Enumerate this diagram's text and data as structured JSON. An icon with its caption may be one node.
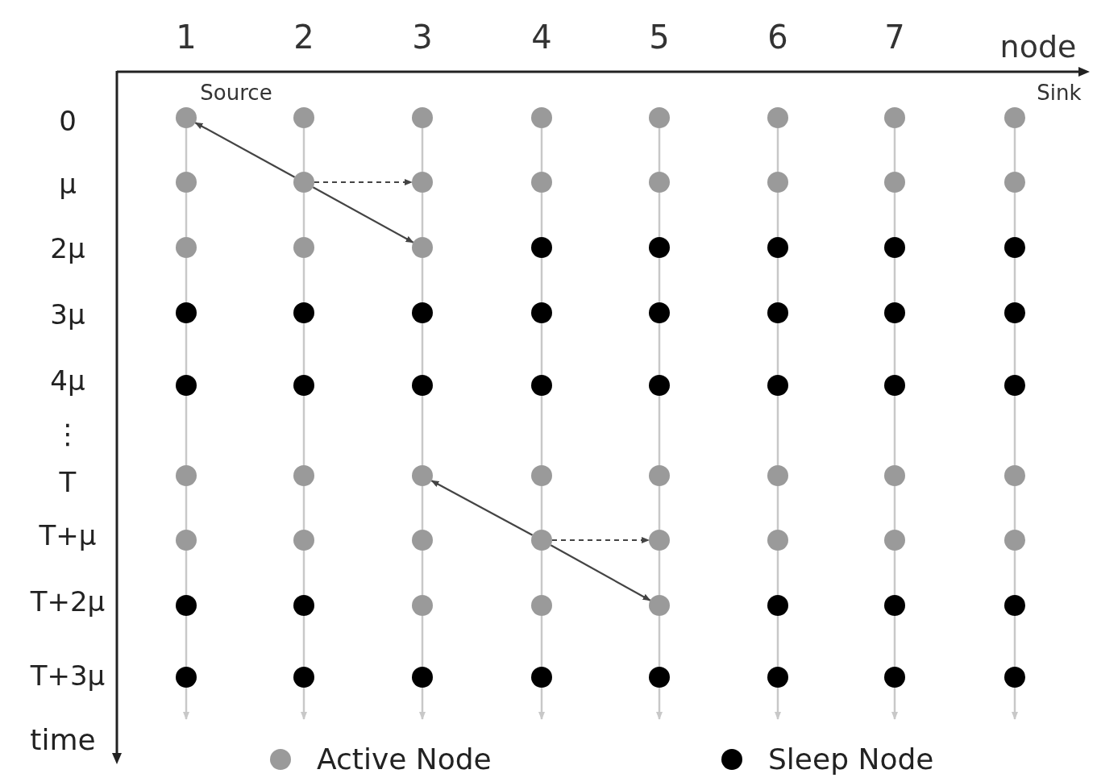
{
  "diagram": {
    "nodes": [
      {
        "text": [],
        "shape": "circle",
        "beside": [
          "Source"
        ]
      },
      {
        "text": [],
        "shape": "circle"
      },
      {
        "text": [],
        "shape": "circle"
      },
      {
        "text": [],
        "shape": "circle"
      },
      {
        "text": [],
        "shape": "circle"
      },
      {
        "text": [],
        "shape": "circle"
      },
      {
        "text": [],
        "shape": "circle"
      },
      {
        "text": [],
        "shape": "circle",
        "beside": [
          "Sink"
        ]
      },
      {
        "text": [],
        "shape": "circle"
      },
      {
        "text": [],
        "shape": "circle"
      },
      {
        "text": [],
        "shape": "circle"
      },
      {
        "text": [],
        "shape": "circle"
      },
      {
        "text": [],
        "shape": "circle"
      },
      {
        "text": [],
        "shape": "circle"
      },
      {
        "text": [],
        "shape": "circle"
      },
      {
        "text": [],
        "shape": "circle"
      },
      {
        "text": [],
        "shape": "circle"
      },
      {
        "text": [],
        "shape": "circle"
      },
      {
        "text": [],
        "shape": "circle"
      },
      {
        "text": [],
        "shape": "dot"
      },
      {
        "text": [],
        "shape": "dot"
      },
      {
        "text": [],
        "shape": "dot"
      },
      {
        "text": [],
        "shape": "dot"
      },
      {
        "text": [],
        "shape": "dot"
      },
      {
        "text": [],
        "shape": "dot"
      },
      {
        "text": [],
        "shape": "dot"
      },
      {
        "text": [],
        "shape": "dot"
      },
      {
        "text": [],
        "shape": "dot"
      },
      {
        "text": [],
        "shape": "dot"
      },
      {
        "text": [],
        "shape": "dot"
      },
      {
        "text": [],
        "shape": "dot"
      },
      {
        "text": [],
        "shape": "dot"
      },
      {
        "text": [],
        "shape": "dot"
      },
      {
        "text": [],
        "shape": "dot"
      },
      {
        "text": [],
        "shape": "dot"
      },
      {
        "text": [],
        "shape": "dot"
      },
      {
        "text": [],
        "shape": "dot"
      },
      {
        "text": [],
        "shape": "dot"
      },
      {
        "text": [],
        "shape": "dot"
      },
      {
        "text": [],
        "shape": "dot"
      },
      {
        "text": [],
        "shape": "circle"
      },
      {
        "text": [],
        "shape": "circle"
      },
      {
        "text": [],
        "shape": "circle"
      },
      {
        "text": [],
        "shape": "circle"
      },
      {
        "text": [],
        "shape": "circle"
      },
      {
        "text": [],
        "shape": "circle"
      },
      {
        "text": [],
        "shape": "circle"
      },
      {
        "text": [],
        "shape": "circle"
      },
      {
        "text": [],
        "shape": "circle"
      },
      {
        "text": [],
        "shape": "circle"
      },
      {
        "text": [],
        "shape": "circle"
      },
      {
        "text": [],
        "shape": "circle"
      },
      {
        "text": [],
        "shape": "circle"
      },
      {
        "text": [],
        "shape": "circle"
      },
      {
        "text": [],
        "shape": "circle"
      },
      {
        "text": [],
        "shape": "circle"
      },
      {
        "text": [],
        "shape": "dot"
      },
      {
        "text": [],
        "shape": "dot"
      },
      {
        "text": [],
        "shape": "circle"
      },
      {
        "text": [],
        "shape": "circle"
      },
      {
        "text": [],
        "shape": "circle"
      },
      {
        "text": [],
        "shape": "dot"
      },
      {
        "text": [],
        "shape": "dot"
      },
      {
        "text": [],
        "shape": "dot"
      },
      {
        "text": [],
        "shape": "dot"
      },
      {
        "text": [],
        "shape": "dot"
      },
      {
        "text": [],
        "shape": "dot"
      },
      {
        "text": [],
        "shape": "dot"
      },
      {
        "text": [],
        "shape": "dot"
      },
      {
        "text": [],
        "shape": "dot"
      },
      {
        "text": [],
        "shape": "dot"
      },
      {
        "text": [],
        "shape": "dot"
      }
    ],
    "edges": [
      {
        "from": 9,
        "to": 0,
        "arrow": "to",
        "color": "#444444"
      },
      {
        "from": 9,
        "to": 18,
        "arrow": "to",
        "color": "#444444"
      },
      {
        "from": 9,
        "to": 10,
        "arrow": "to",
        "style": "dashed",
        "color": "#444444"
      },
      {
        "from": 51,
        "to": 42,
        "arrow": "to",
        "color": "#444444"
      },
      {
        "from": 51,
        "to": 60,
        "arrow": "to",
        "color": "#444444"
      },
      {
        "from": 51,
        "to": 52,
        "arrow": "to",
        "style": "dashed",
        "color": "#444444"
      },
      {
        "from": 0,
        "to": 8,
        "arrow": "none"
      },
      {
        "from": 8,
        "to": 16,
        "arrow": "none"
      },
      {
        "from": 16,
        "to": 24,
        "arrow": "none"
      },
      {
        "from": 24,
        "to": 32,
        "arrow": "none"
      },
      {
        "from": 32,
        "to": 40,
        "arrow": "none"
      },
      {
        "from": 40,
        "to": 48,
        "arrow": "none"
      },
      {
        "from": 48,
        "to": 56,
        "arrow": "none"
      },
      {
        "from": 56,
        "to": 64,
        "arrow": "none"
      },
      {
        "from": 64,
        "to": null,
        "arrow": "to"
      },
      {
        "from": 1,
        "to": 9,
        "arrow": "none"
      },
      {
        "from": 9,
        "to": 17,
        "arrow": "none"
      },
      {
        "from": 17,
        "to": 25,
        "arrow": "none"
      },
      {
        "from": 25,
        "to": 33,
        "arrow": "none"
      },
      {
        "from": 33,
        "to": 41,
        "arrow": "none"
      },
      {
        "from": 41,
        "to": 49,
        "arrow": "none"
      },
      {
        "from": 49,
        "to": 57,
        "arrow": "none"
      },
      {
        "from": 57,
        "to": 65,
        "arrow": "none"
      },
      {
        "from": 65,
        "to": null,
        "arrow": "to"
      },
      {
        "from": 2,
        "to": 10,
        "arrow": "none"
      },
      {
        "from": 10,
        "to": 18,
        "arrow": "none"
      },
      {
        "from": 18,
        "to": 26,
        "arrow": "none"
      },
      {
        "from": 26,
        "to": 34,
        "arrow": "none"
      },
      {
        "from": 34,
        "to": 42,
        "arrow": "none"
      },
      {
        "from": 42,
        "to": 50,
        "arrow": "none"
      },
      {
        "from": 50,
        "to": 58,
        "arrow": "none"
      },
      {
        "from": 58,
        "to": 66,
        "arrow": "none"
      },
      {
        "from": 66,
        "to": null,
        "arrow": "to"
      },
      {
        "from": 3,
        "to": 11,
        "arrow": "none"
      },
      {
        "from": 11,
        "to": 19,
        "arrow": "none"
      },
      {
        "from": 19,
        "to": 27,
        "arrow": "none"
      },
      {
        "from": 27,
        "to": 35,
        "arrow": "none"
      },
      {
        "from": 35,
        "to": 43,
        "arrow": "none"
      },
      {
        "from": 43,
        "to": 51,
        "arrow": "none"
      },
      {
        "from": 51,
        "to": 59,
        "arrow": "none"
      },
      {
        "from": 59,
        "to": 67,
        "arrow": "none"
      },
      {
        "from": 67,
        "to": null,
        "arrow": "to"
      },
      {
        "from": 4,
        "to": 12,
        "arrow": "none"
      },
      {
        "from": 12,
        "to": 20,
        "arrow": "none"
      },
      {
        "from": 20,
        "to": 28,
        "arrow": "none"
      },
      {
        "from": 28,
        "to": 36,
        "arrow": "none"
      },
      {
        "from": 36,
        "to": 44,
        "arrow": "none"
      },
      {
        "from": 44,
        "to": 52,
        "arrow": "none"
      },
      {
        "from": 52,
        "to": 60,
        "arrow": "none"
      },
      {
        "from": 60,
        "to": 68,
        "arrow": "none"
      },
      {
        "from": 68,
        "to": null,
        "arrow": "to"
      },
      {
        "from": 5,
        "to": 13,
        "arrow": "none"
      },
      {
        "from": 13,
        "to": 21,
        "arrow": "none"
      },
      {
        "from": 21,
        "to": 29,
        "arrow": "none"
      },
      {
        "from": 29,
        "to": 37,
        "arrow": "none"
      },
      {
        "from": 37,
        "to": 45,
        "arrow": "none"
      },
      {
        "from": 45,
        "to": 53,
        "arrow": "none"
      },
      {
        "from": 53,
        "to": 61,
        "arrow": "none"
      },
      {
        "from": 61,
        "to": 69,
        "arrow": "none"
      },
      {
        "from": 69,
        "to": null,
        "arrow": "to"
      },
      {
        "from": 6,
        "to": 14,
        "arrow": "none"
      },
      {
        "from": 14,
        "to": 22,
        "arrow": "none"
      },
      {
        "from": 22,
        "to": 30,
        "arrow": "none"
      },
      {
        "from": 30,
        "to": 38,
        "arrow": "none"
      },
      {
        "from": 38,
        "to": 46,
        "arrow": "none"
      },
      {
        "from": 46,
        "to": 54,
        "arrow": "none"
      },
      {
        "from": 54,
        "to": 62,
        "arrow": "none"
      },
      {
        "from": 62,
        "to": 70,
        "arrow": "none"
      },
      {
        "from": 70,
        "to": null,
        "arrow": "to"
      },
      {
        "from": 7,
        "to": 15,
        "arrow": "none"
      },
      {
        "from": 15,
        "to": 23,
        "arrow": "none"
      },
      {
        "from": 23,
        "to": 31,
        "arrow": "none"
      },
      {
        "from": 31,
        "to": 39,
        "arrow": "none"
      },
      {
        "from": 39,
        "to": 47,
        "arrow": "none"
      },
      {
        "from": 47,
        "to": 55,
        "arrow": "none"
      },
      {
        "from": 55,
        "to": 63,
        "arrow": "none"
      },
      {
        "from": 63,
        "to": 71,
        "arrow": "none"
      },
      {
        "from": 71,
        "to": null,
        "arrow": "to"
      }
    ],
    "labels": [
      "1",
      "2",
      "3",
      "4",
      "5",
      "6",
      "7",
      "node",
      "0",
      "μ",
      "2μ",
      "3μ",
      "4μ",
      "⋮",
      "T",
      "T+μ",
      "T+2μ",
      "T+3μ",
      "time"
    ],
    "legend": [
      {
        "text": "Active Node",
        "color": "#9a9a9a"
      },
      {
        "text": "Sleep Node",
        "color": "#000000"
      }
    ]
  }
}
